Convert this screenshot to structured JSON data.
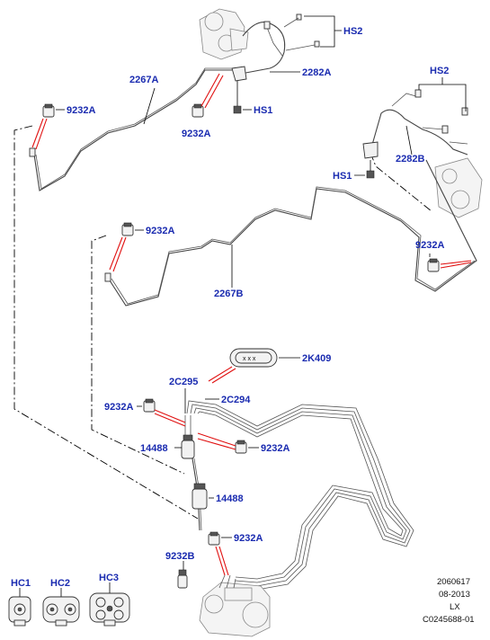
{
  "callouts": {
    "hs2_top": "HS2",
    "l2267a": "2267A",
    "l2282a": "2282A",
    "l9232a_1": "9232A",
    "l9232a_2": "9232A",
    "hs1_top": "HS1",
    "hs2_right": "HS2",
    "l2282b": "2282B",
    "hs1_right": "HS1",
    "l9232a_3": "9232A",
    "l9232a_4": "9232A",
    "l2267b": "2267B",
    "l2k409": "2K409",
    "l2c295": "2C295",
    "l2c294": "2C294",
    "l9232a_5": "9232A",
    "l14488_1": "14488",
    "l9232a_6": "9232A",
    "l14488_2": "14488",
    "l9232a_7": "9232A",
    "l9232b": "9232B",
    "hc1": "HC1",
    "hc2": "HC2",
    "hc3": "HC3"
  },
  "reference": {
    "line1": "2060617",
    "line2": "08-2013",
    "line3": "LX",
    "line4": "C0245688-01"
  }
}
